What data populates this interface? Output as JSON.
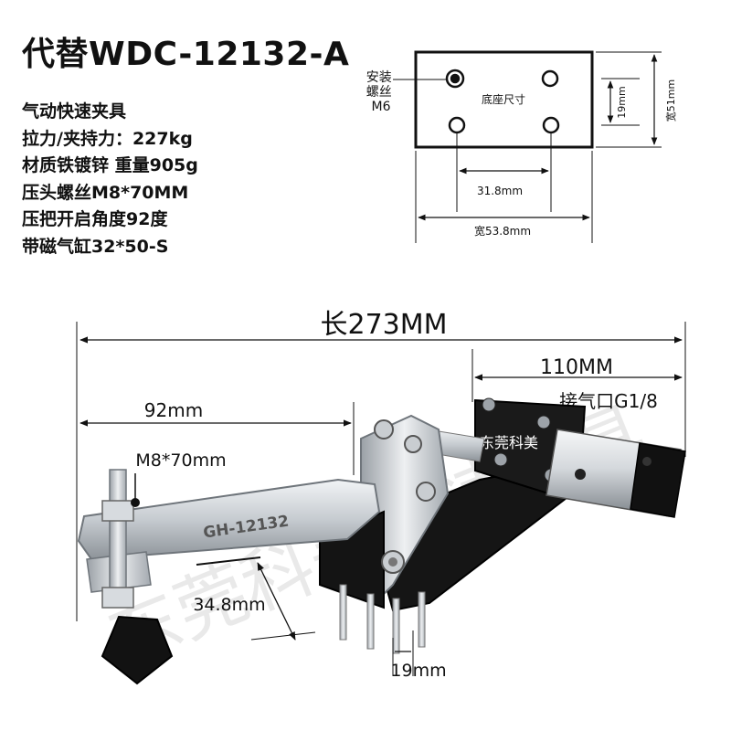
{
  "title": "代替WDC-12132-A",
  "specs": [
    "气动快速夹具",
    "拉力/夹持力：227kg",
    "材质铁镀锌   重量905g",
    "压头螺丝M8*70MM",
    "压把开启角度92度",
    "带磁气缸32*50-S"
  ],
  "base_diagram": {
    "mount_label_lines": [
      "安装",
      "螺丝",
      "M6"
    ],
    "base_size_label": "底座尺寸",
    "hole_spacing_y": "19mm",
    "width_side": "宽51mm",
    "hole_spacing_x": "31.8mm",
    "width_bottom": "宽53.8mm"
  },
  "product": {
    "overall_length": "长273MM",
    "cylinder_length": "110MM",
    "air_port": "接气口G1/8",
    "arm_length": "92mm",
    "screw_spec": "M8*70mm",
    "arm_engraving": "GH-12132",
    "brand": "东莞科美",
    "height_dim": "34.8mm",
    "pin_dim": "19mm"
  },
  "watermark": "东莞科美快速夹具",
  "colors": {
    "metal_light": "#e4e7ea",
    "metal_mid": "#b9bec3",
    "metal_dark": "#6f757b",
    "black_part": "#141414",
    "dimension_line": "#111111"
  }
}
